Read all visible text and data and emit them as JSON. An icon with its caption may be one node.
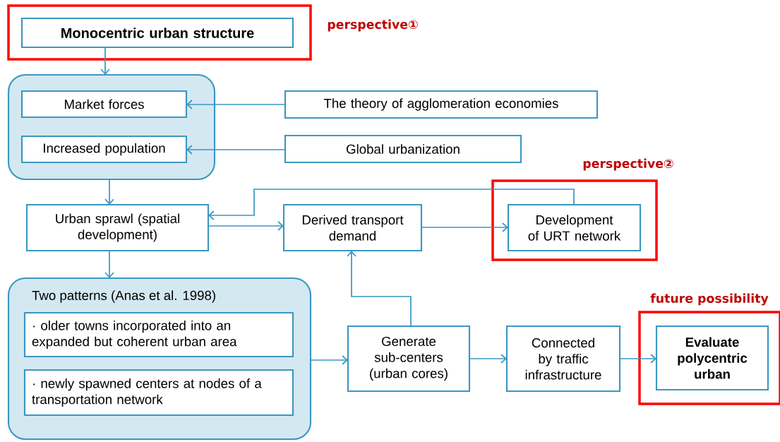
{
  "diagram": {
    "nodes": [
      {
        "text": [
          "perspective①"
        ]
      },
      {
        "text": [
          "Monocentric urban structure"
        ],
        "in": 0
      },
      {
        "text": [],
        "shape": "box"
      },
      {
        "text": [
          "Market forces"
        ],
        "in": 2
      },
      {
        "text": [
          "Increased population"
        ],
        "in": 2
      },
      {
        "text": [
          "The theory of agglomeration economies"
        ]
      },
      {
        "text": [
          "Global urbanization"
        ]
      },
      {
        "text": [
          "Urban sprawl (spatial development)"
        ]
      },
      {
        "text": [
          "Derived transport demand"
        ]
      },
      {
        "text": [
          "perspective②"
        ]
      },
      {
        "text": [
          "Development of URT network"
        ],
        "in": 9
      },
      {
        "text": [
          "Two patterns (Anas et al. 1998)"
        ]
      },
      {
        "text": [
          "· older towns incorporated into an expanded but coherent urban area"
        ],
        "in": 11
      },
      {
        "text": [
          "· newly spawned centers at nodes of a transportation network"
        ],
        "in": 11
      },
      {
        "text": [
          "Generate sub-centers (urban cores)"
        ]
      },
      {
        "text": [
          "Connected by traffic infrastructure"
        ]
      },
      {
        "text": [
          "future possibility"
        ]
      },
      {
        "text": [
          "Evaluate polycentric urban"
        ],
        "in": 16
      }
    ],
    "edges": [
      {
        "from": 1,
        "to": 2,
        "arrow": "to"
      },
      {
        "from": 5,
        "to": 3,
        "arrow": "to"
      },
      {
        "from": 6,
        "to": 4,
        "arrow": "to"
      },
      {
        "from": 2,
        "to": 7,
        "arrow": "to"
      },
      {
        "from": 7,
        "to": 8,
        "arrow": "to"
      },
      {
        "from": 8,
        "to": 10,
        "arrow": "to"
      },
      {
        "from": 10,
        "to": 7,
        "arrow": "to"
      },
      {
        "from": 7,
        "to": 11,
        "arrow": "to"
      },
      {
        "from": 11,
        "to": 14,
        "arrow": "to"
      },
      {
        "from": 14,
        "to": 8,
        "arrow": "to"
      },
      {
        "from": 14,
        "to": 15,
        "arrow": "to"
      },
      {
        "from": 15,
        "to": 17,
        "arrow": "to"
      }
    ]
  }
}
